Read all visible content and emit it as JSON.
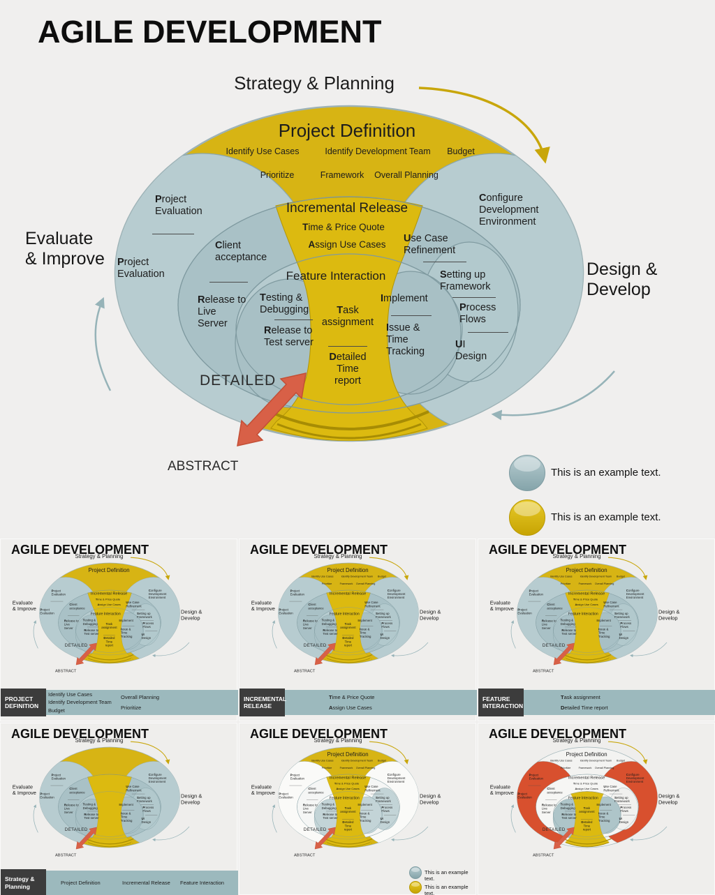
{
  "title": "AGILE DEVELOPMENT",
  "diagram": {
    "strategy": "Strategy & Planning",
    "evaluate_improve": "Evaluate & Improve",
    "design_develop": "Design & Develop",
    "detailed": "DETAILED",
    "abstract": "ABSTRACT",
    "project_definition": {
      "title": "Project Definition",
      "row1": [
        "Identify Use Cases",
        "Identify Development Team",
        "Budget"
      ],
      "row2": [
        "Prioritize",
        "Framework",
        "Overall Planning"
      ]
    },
    "incremental_release": {
      "title": "Incremental Release",
      "item1": "Time & Price Quote",
      "item2": "Assign Use Cases"
    },
    "feature_interaction": {
      "title": "Feature Interaction",
      "task_assignment": "Task assignment",
      "detailed_time_report": "Detailed Time report"
    },
    "labels": {
      "project_evaluation_1": "Project Evaluation",
      "project_evaluation_2": "Project Evaluation",
      "client_acceptance": "Client acceptance",
      "release_live": "Release to Live Server",
      "testing_debugging": "Testing & Debugging",
      "release_test": "Release to Test server",
      "implement": "Implement",
      "issue_tracking": "Issue & Time Tracking",
      "use_case_refinement": "Use Case Refinement",
      "setting_up_framework": "Setting up Framework",
      "process_flows": "Process Flows",
      "ui_design": "UI Design",
      "configure_env": "Configure Development Environment"
    }
  },
  "legend": {
    "items": [
      {
        "color": "#9db9bd",
        "text": "This is an example text."
      },
      {
        "color": "#d9b80e",
        "text": "This is an example text."
      }
    ]
  },
  "colors": {
    "background": "#f0efee",
    "yellow": "#d7b414",
    "teal": "#aec6ca",
    "red_arrow": "#d86047",
    "card6_red": "#d8502e",
    "bar_teal": "#9cb9bd",
    "bar_dark": "#3c3c3c"
  },
  "main_config": {
    "flags": [],
    "colors": {}
  },
  "cards": [
    {
      "config": {
        "flags": [
          "no-band-sub"
        ],
        "colors": {}
      },
      "bar": {
        "label": "PROJECT DEFINITION",
        "col1": [
          "Identify Use Cases",
          "Identify Development Team",
          "Budget"
        ],
        "col2": [
          "Overall Planning",
          "Prioritize"
        ]
      }
    },
    {
      "config": {
        "flags": [
          "no-ir-items"
        ],
        "colors": {}
      },
      "bar": {
        "label": "INCREMENTAL RELEASE",
        "col1": [
          "Time & Price Quote",
          "Assign Use Cases"
        ]
      }
    },
    {
      "config": {
        "flags": [
          "no-fi-items"
        ],
        "colors": {}
      },
      "bar": {
        "label": "FEATURE INTERACTION",
        "col1": [
          "Task assignment",
          "Detailed Time report"
        ]
      }
    },
    {
      "config": {
        "flags": [
          "no-band-title",
          "no-band-sub",
          "no-ir-title",
          "no-ir-items",
          "no-fi-title",
          "no-fi-items"
        ],
        "colors": {}
      },
      "bar": {
        "label": "Strategy & Planning",
        "col1": [
          "Project Definition"
        ],
        "col2": [
          "Incremental Release"
        ],
        "col3": [
          "Feature Interaction"
        ]
      }
    },
    {
      "config": {
        "flags": [],
        "colors": {
          "lobe": "#fafaf8",
          "e2": "#f5f6f5",
          "e3": "#fafaf8",
          "oval": "#c3d4d7",
          "mid": "#c3d4d7"
        }
      }
    },
    {
      "config": {
        "flags": [
          "short-col"
        ],
        "colors": {
          "lobe": "#d8502e",
          "e1": "#f3f3f1",
          "e2": "#f6f6f4",
          "e3": "#f2f2f0",
          "mid": "#f1f1ef",
          "oval": "#aec5c9"
        }
      }
    }
  ]
}
